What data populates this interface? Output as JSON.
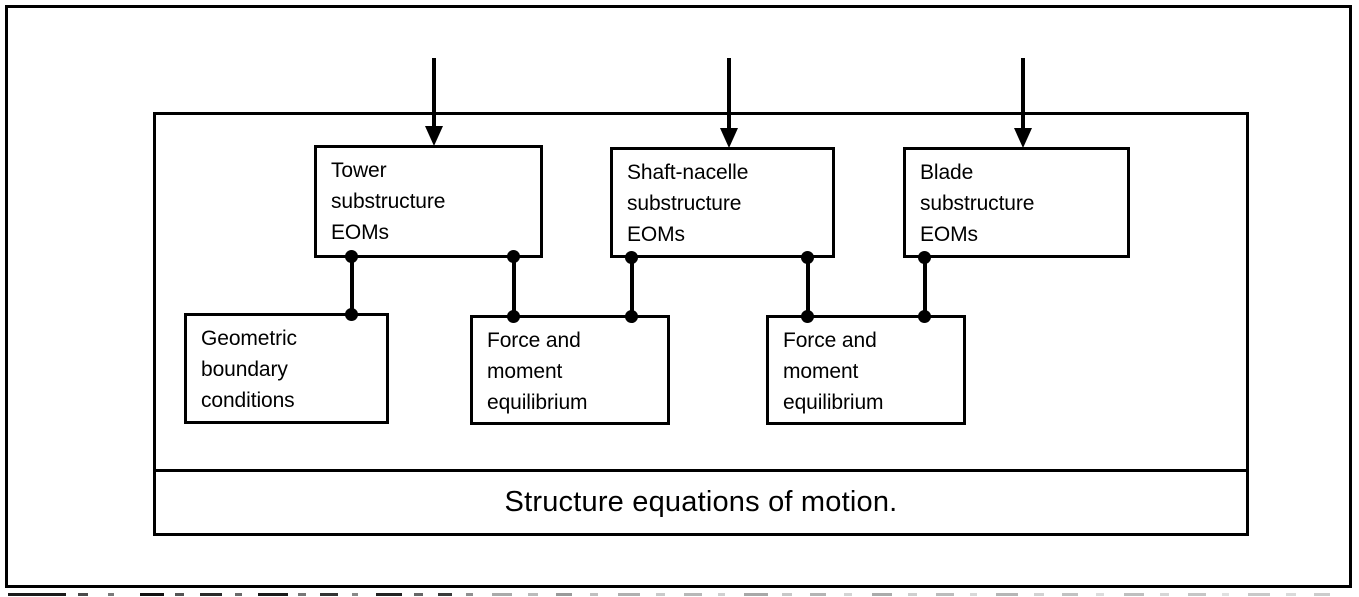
{
  "figure": {
    "type": "block-diagram",
    "caption": "Structure equations of motion.",
    "frame": {
      "outer": true,
      "inner_container": true
    }
  },
  "inputs": [
    {
      "name": "input-arrow-tower",
      "target": "Tower substructure EOMs"
    },
    {
      "name": "input-arrow-shaft-nacelle",
      "target": "Shaft-nacelle substructure EOMs"
    },
    {
      "name": "input-arrow-blade",
      "target": "Blade substructure EOMs"
    }
  ],
  "substructure_blocks": [
    {
      "id": "tower",
      "lines": [
        "Tower",
        "substructure",
        "EOMs"
      ]
    },
    {
      "id": "shaft-nacelle",
      "lines": [
        "Shaft-nacelle",
        "substructure",
        "EOMs"
      ]
    },
    {
      "id": "blade",
      "lines": [
        "Blade",
        "substructure",
        "EOMs"
      ]
    }
  ],
  "condition_blocks": [
    {
      "id": "geometric-boundary-conditions",
      "lines": [
        "Geometric",
        "boundary",
        "conditions"
      ]
    },
    {
      "id": "force-moment-equilibrium-1",
      "lines": [
        "Force and",
        "moment",
        "equilibrium"
      ]
    },
    {
      "id": "force-moment-equilibrium-2",
      "lines": [
        "Force and",
        "moment",
        "equilibrium"
      ]
    }
  ],
  "connections": [
    {
      "from": "tower",
      "to": "geometric-boundary-conditions"
    },
    {
      "from": "tower",
      "to": "force-moment-equilibrium-1"
    },
    {
      "from": "shaft-nacelle",
      "to": "force-moment-equilibrium-1"
    },
    {
      "from": "shaft-nacelle",
      "to": "force-moment-equilibrium-2"
    },
    {
      "from": "blade",
      "to": "force-moment-equilibrium-2"
    }
  ],
  "colors": {
    "ink": "#000000",
    "paper": "#ffffff"
  }
}
